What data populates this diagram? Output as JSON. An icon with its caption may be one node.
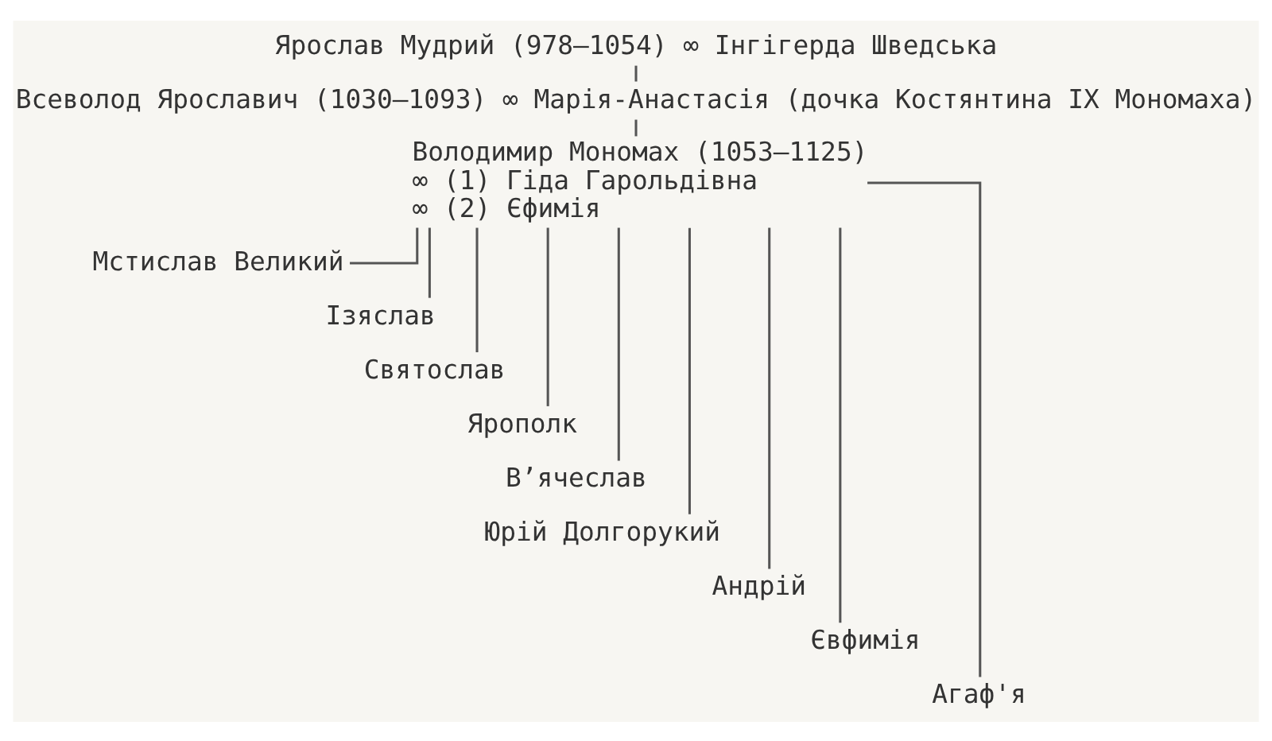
{
  "diagram": {
    "nodes": [
      {
        "text": [
          "Ярослав Мудрий (978–1054) ∞ Інгігерда Шведська"
        ]
      },
      {
        "text": [
          "Всеволод Ярославич (1030–1093) ∞ Марія-Анастасія (дочка Костянтина IX Мономаха)"
        ]
      },
      {
        "text": [
          "Володимир Мономах (1053–1125)",
          "∞ (1) Гіда Гарольдівна",
          "∞ (2) Єфимія"
        ]
      },
      {
        "text": [
          "Мстислав Великий"
        ]
      },
      {
        "text": [
          "Ізяслав"
        ]
      },
      {
        "text": [
          "Святослав"
        ]
      },
      {
        "text": [
          "Ярополк"
        ]
      },
      {
        "text": [
          "В’ячеслав"
        ]
      },
      {
        "text": [
          "Юрій Долгорукий"
        ]
      },
      {
        "text": [
          "Андрій"
        ]
      },
      {
        "text": [
          "Євфимія"
        ]
      },
      {
        "text": [
          "Агаф'я"
        ]
      }
    ],
    "edges": [
      {
        "from": 0,
        "to": 1,
        "arrow": "none"
      },
      {
        "from": 1,
        "to": 2,
        "arrow": "none"
      },
      {
        "from": 2,
        "to": 3,
        "arrow": "none"
      },
      {
        "from": 2,
        "to": 4,
        "arrow": "none"
      },
      {
        "from": 2,
        "to": 5,
        "arrow": "none"
      },
      {
        "from": 2,
        "to": 6,
        "arrow": "none"
      },
      {
        "from": 2,
        "to": 7,
        "arrow": "none"
      },
      {
        "from": 2,
        "to": 8,
        "arrow": "none"
      },
      {
        "from": 2,
        "to": 9,
        "arrow": "none"
      },
      {
        "from": 2,
        "to": 10,
        "arrow": "none"
      },
      {
        "from": 2,
        "to": 11,
        "arrow": "none"
      }
    ]
  }
}
